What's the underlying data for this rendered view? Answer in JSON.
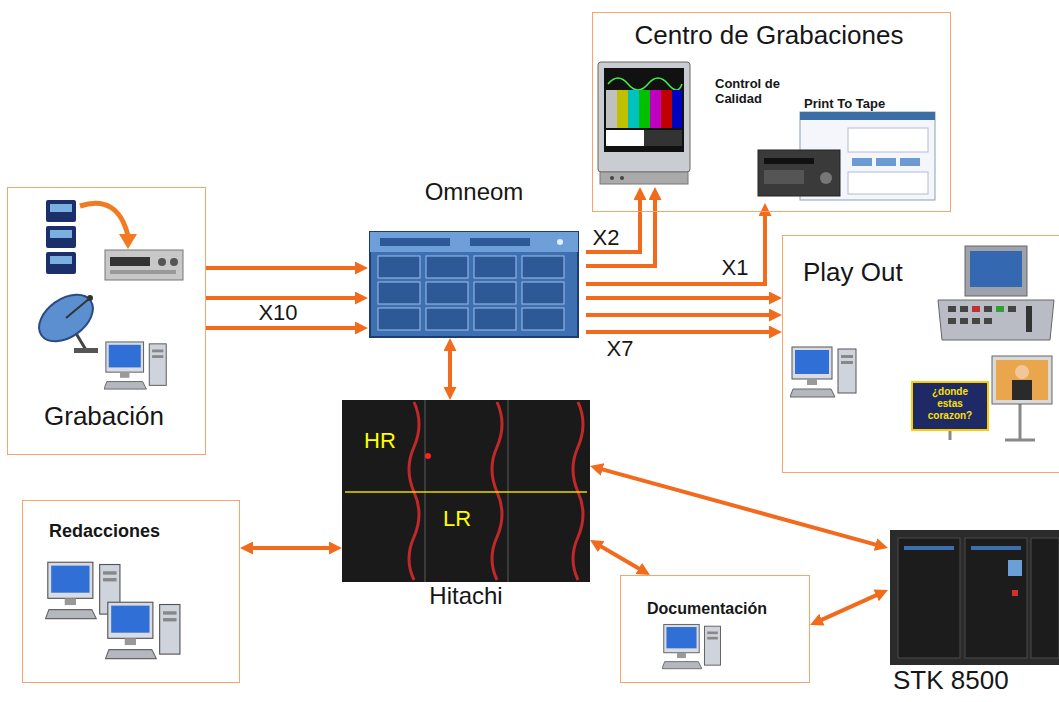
{
  "diagram": {
    "nodes": [
      {
        "text": [
          "Grabación"
        ]
      },
      {
        "text": [
          "Omneom"
        ]
      },
      {
        "text": [
          "Centro de Grabaciones"
        ]
      },
      {
        "text": [
          "Control de Calidad"
        ],
        "in": 2
      },
      {
        "text": [
          "Print To Tape"
        ],
        "in": 2
      },
      {
        "text": [
          "Play Out"
        ]
      },
      {
        "text": [
          "Hitachi"
        ]
      },
      {
        "text": [
          "HR"
        ],
        "in": 6
      },
      {
        "text": [
          "LR"
        ],
        "in": 6
      },
      {
        "text": [
          "Redacciones"
        ]
      },
      {
        "text": [
          "Documentación"
        ]
      },
      {
        "text": [
          "STK 8500"
        ]
      }
    ],
    "edges": [
      {
        "from": 0,
        "to": 1,
        "arrow": "to"
      },
      {
        "from": 0,
        "to": 1,
        "label": "X10",
        "arrow": "to"
      },
      {
        "from": 0,
        "to": 1,
        "arrow": "to"
      },
      {
        "from": 1,
        "to": 3,
        "label": "X2",
        "arrow": "to"
      },
      {
        "from": 1,
        "to": 3,
        "arrow": "to"
      },
      {
        "from": 1,
        "to": 4,
        "label": "X1",
        "arrow": "to"
      },
      {
        "from": 1,
        "to": 5,
        "arrow": "to"
      },
      {
        "from": 1,
        "to": 5,
        "label": "X7",
        "arrow": "to"
      },
      {
        "from": 1,
        "to": 5,
        "arrow": "to"
      },
      {
        "from": 1,
        "to": 7,
        "arrow": "both"
      },
      {
        "from": 9,
        "to": 8,
        "arrow": "both"
      },
      {
        "from": 10,
        "to": 8,
        "arrow": "both"
      },
      {
        "from": 11,
        "to": 7,
        "arrow": "both"
      },
      {
        "from": 11,
        "to": 10,
        "arrow": "both"
      }
    ],
    "labels": [
      "¿donde estas corazon?"
    ]
  }
}
